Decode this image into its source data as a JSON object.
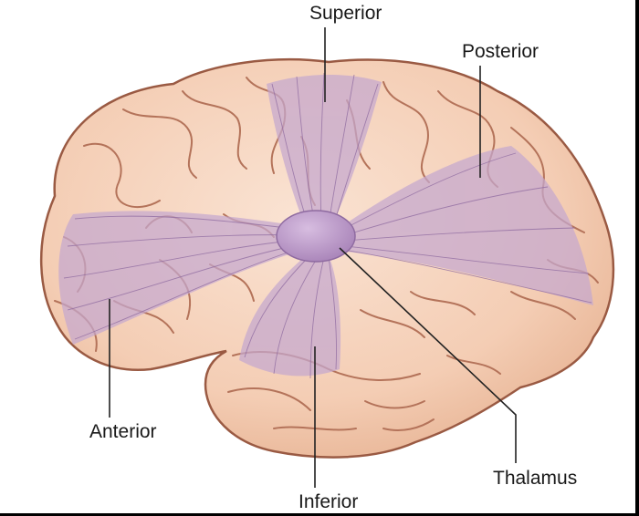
{
  "labels": {
    "superior": "Superior",
    "posterior": "Posterior",
    "anterior": "Anterior",
    "thalamus": "Thalamus",
    "inferior": "Inferior"
  },
  "colors": {
    "brain_fill": "#f4cdb4",
    "brain_outline": "#9a5a43",
    "sulcus": "#b4735a",
    "radiation_fill": "#c5a8cf",
    "radiation_line": "#8e6aa0",
    "thalamus_fill": "#b995c6",
    "leader_line": "#222222",
    "background": "#ffffff",
    "frame": "#000000"
  },
  "icons": [
    "brain-illustration",
    "thalamus-icon"
  ]
}
